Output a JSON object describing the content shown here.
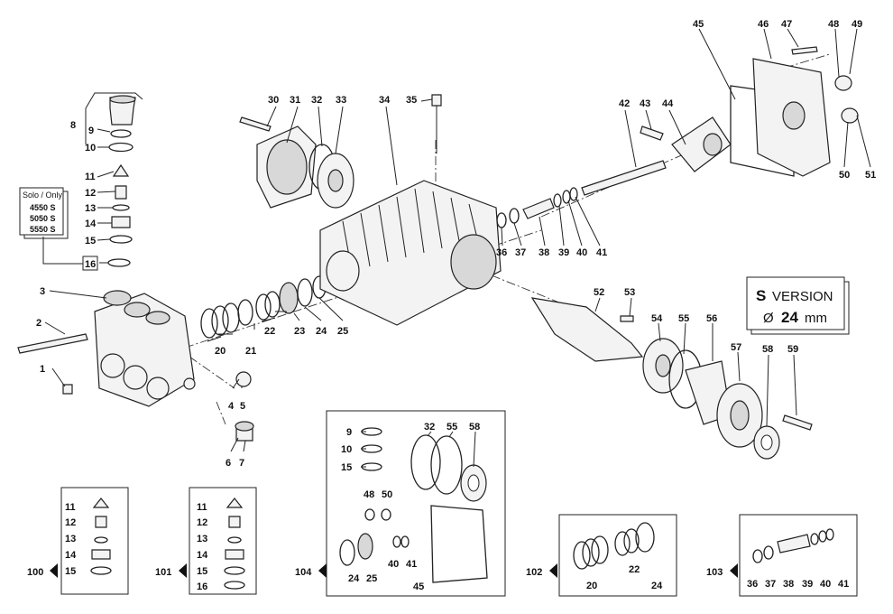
{
  "callouts": {
    "c1": "1",
    "c2": "2",
    "c3": "3",
    "c4": "4",
    "c5": "5",
    "c6": "6",
    "c7": "7",
    "c8": "8",
    "c9": "9",
    "c10": "10",
    "c11": "11",
    "c12": "12",
    "c13": "13",
    "c14": "14",
    "c15": "15",
    "c16": "16",
    "c20": "20",
    "c21": "21",
    "c22": "22",
    "c23": "23",
    "c24": "24",
    "c25": "25",
    "c30": "30",
    "c31": "31",
    "c32": "32",
    "c33": "33",
    "c34": "34",
    "c35": "35",
    "c36": "36",
    "c37": "37",
    "c38": "38",
    "c39": "39",
    "c40": "40",
    "c41": "41",
    "c42": "42",
    "c43": "43",
    "c44": "44",
    "c45": "45",
    "c46": "46",
    "c47": "47",
    "c48": "48",
    "c49": "49",
    "c50": "50",
    "c51": "51",
    "c52": "52",
    "c53": "53",
    "c54": "54",
    "c55": "55",
    "c56": "56",
    "c57": "57",
    "c58": "58",
    "c59": "59"
  },
  "solo_box": {
    "title": "Solo / Only",
    "models": [
      "4550 S",
      "5050 S",
      "5550 S"
    ]
  },
  "version_box": {
    "letter": "S",
    "word": "VERSION",
    "diameter_symbol": "Ø",
    "diameter": "24",
    "unit": "mm"
  },
  "kits": {
    "k100": {
      "id": "100",
      "items": [
        "11",
        "12",
        "13",
        "14",
        "15"
      ]
    },
    "k101": {
      "id": "101",
      "items": [
        "11",
        "12",
        "13",
        "14",
        "15",
        "16"
      ]
    },
    "k104": {
      "id": "104",
      "items": [
        "9",
        "10",
        "15",
        "32",
        "55",
        "58",
        "48",
        "50",
        "24",
        "25",
        "40",
        "41",
        "45"
      ]
    },
    "k102": {
      "id": "102",
      "items": [
        "20",
        "22",
        "24"
      ]
    },
    "k103": {
      "id": "103",
      "items": [
        "36",
        "37",
        "38",
        "39",
        "40",
        "41"
      ]
    }
  }
}
